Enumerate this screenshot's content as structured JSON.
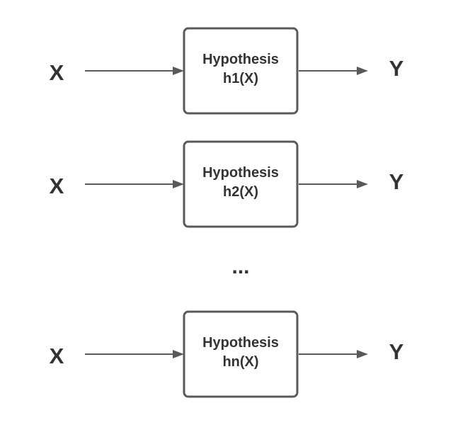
{
  "diagram": {
    "rows": [
      {
        "input": "X",
        "box": {
          "line1": "Hypothesis",
          "line2": "h1(X)"
        },
        "output": "Y"
      },
      {
        "input": "X",
        "box": {
          "line1": "Hypothesis",
          "line2": "h2(X)"
        },
        "output": "Y"
      },
      {
        "input": "X",
        "box": {
          "line1": "Hypothesis",
          "line2": "hn(X)"
        },
        "output": "Y"
      }
    ],
    "ellipsis": "...",
    "colors": {
      "stroke": "#5a5a5a",
      "text": "#333333",
      "background": "#ffffff"
    }
  }
}
